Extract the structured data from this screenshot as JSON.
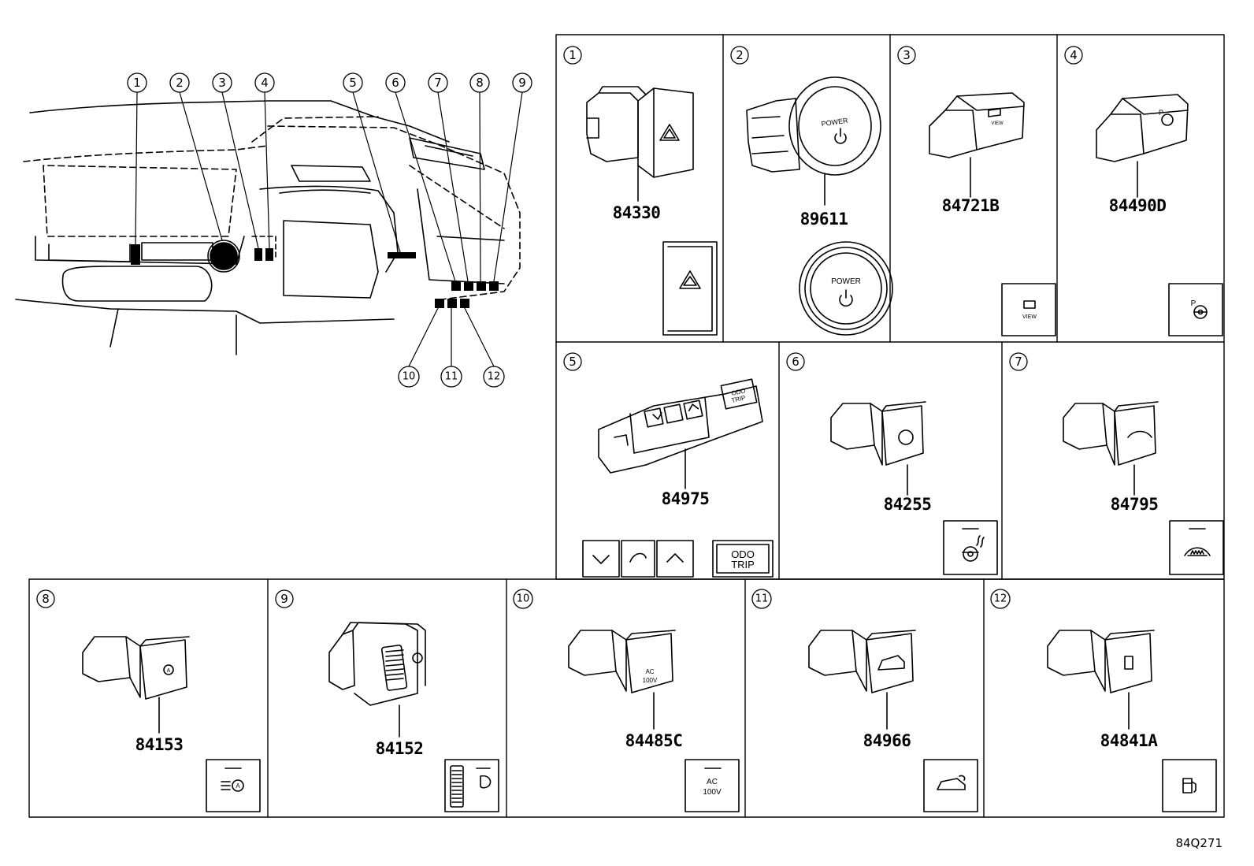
{
  "dash_callouts": [
    "1",
    "2",
    "3",
    "4",
    "5",
    "6",
    "7",
    "8",
    "9",
    "10",
    "11",
    "12"
  ],
  "panels": [
    {
      "num": "1",
      "part": "84330",
      "icon": "hazard-icon"
    },
    {
      "num": "2",
      "part": "89611",
      "icon": "power-icon",
      "label_top": "POWER",
      "label_bottom": "POWER"
    },
    {
      "num": "3",
      "part": "84721B",
      "icon": "camera-view-icon",
      "label": "VIEW"
    },
    {
      "num": "4",
      "part": "84490D",
      "icon": "parking-assist-icon",
      "label": "P"
    },
    {
      "num": "5",
      "part": "84975",
      "icon": "meter-control-icon",
      "label_a": "ODO",
      "label_b": "TRIP"
    },
    {
      "num": "6",
      "part": "84255",
      "icon": "steering-heater-icon"
    },
    {
      "num": "7",
      "part": "84795",
      "icon": "windshield-deicer-icon"
    },
    {
      "num": "8",
      "part": "84153",
      "icon": "auto-high-beam-icon",
      "label": "A"
    },
    {
      "num": "9",
      "part": "84152",
      "icon": "headlamp-leveling-icon"
    },
    {
      "num": "10",
      "part": "84485C",
      "icon": "ac-outlet-icon",
      "label_a": "AC",
      "label_b": "100V"
    },
    {
      "num": "11",
      "part": "84966",
      "icon": "power-back-door-icon"
    },
    {
      "num": "12",
      "part": "84841A",
      "icon": "fuel-door-icon"
    }
  ],
  "reference": "84Q271"
}
